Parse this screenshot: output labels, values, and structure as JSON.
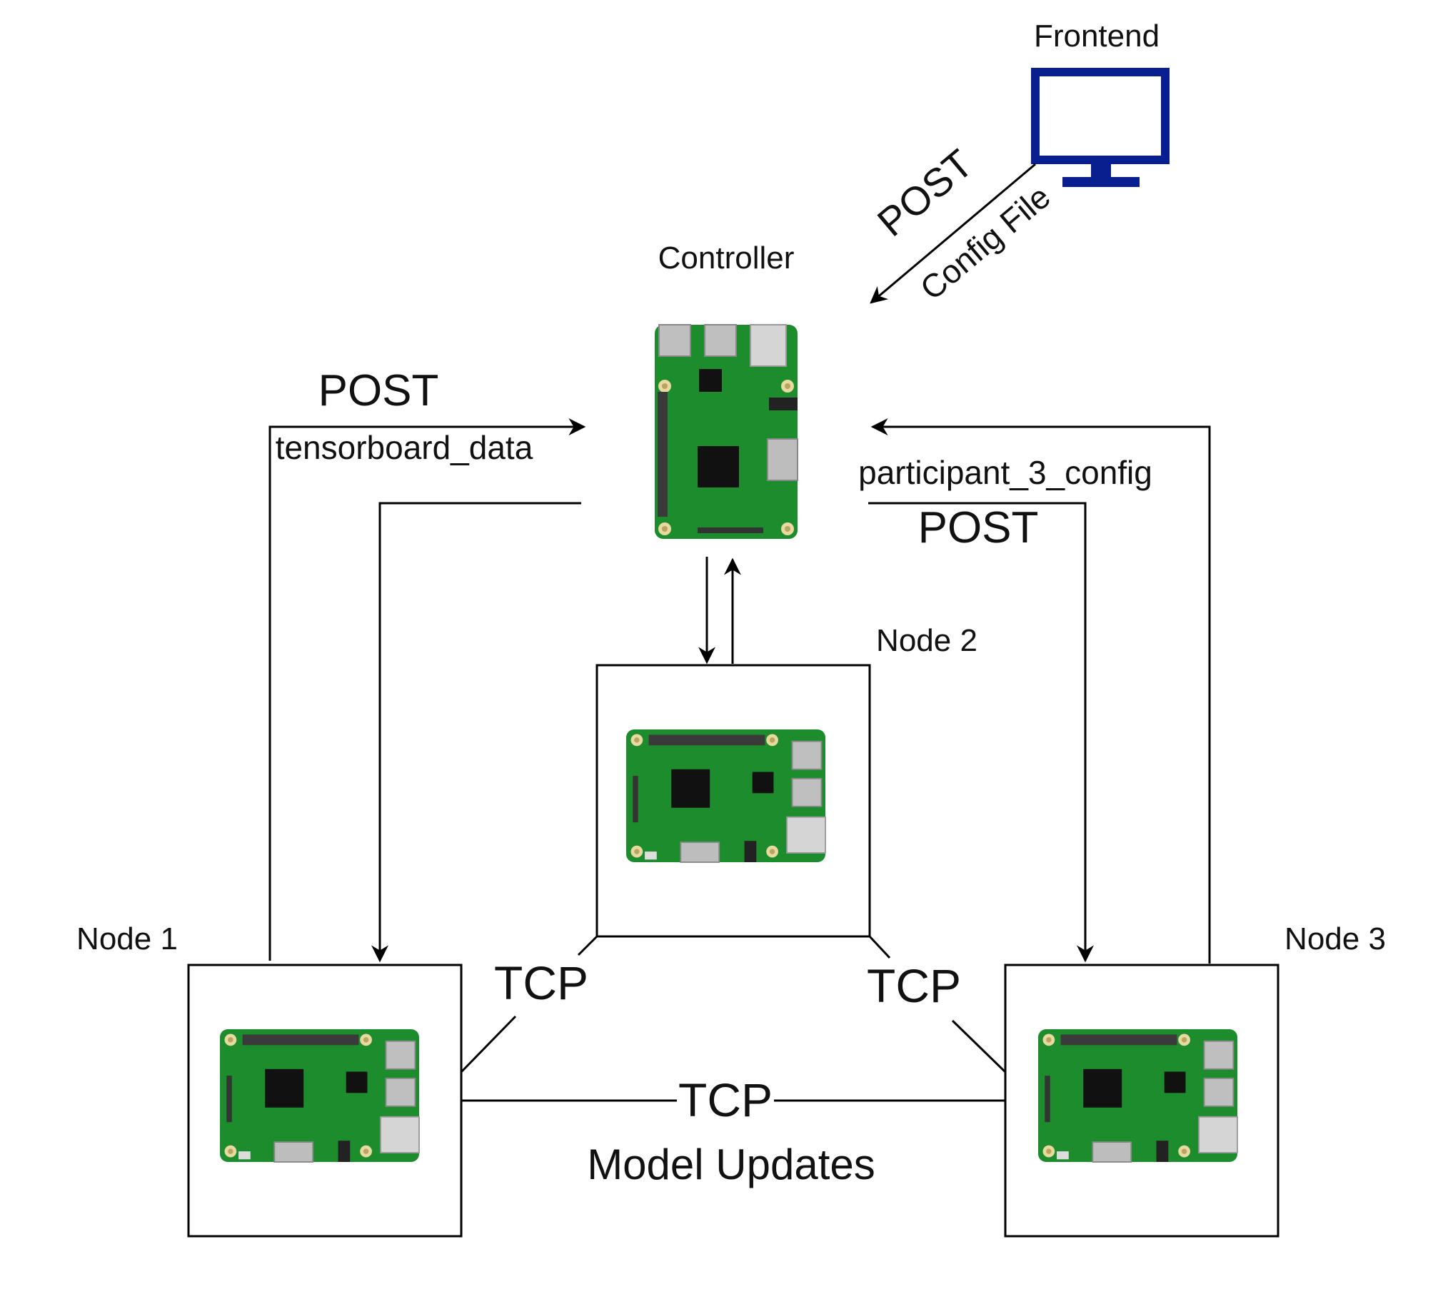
{
  "nodes": {
    "frontend": {
      "label": "Frontend"
    },
    "controller": {
      "label": "Controller"
    },
    "node1": {
      "label": "Node 1"
    },
    "node2": {
      "label": "Node 2"
    },
    "node3": {
      "label": "Node 3"
    }
  },
  "edges": {
    "frontend_to_controller": {
      "method": "POST",
      "payload": "Config File"
    },
    "node1_to_controller": {
      "method": "POST",
      "payload": "tensorboard_data"
    },
    "controller_to_node3": {
      "method": "POST",
      "payload": "participant_3_config"
    },
    "node1_node2": {
      "protocol": "TCP"
    },
    "node2_node3": {
      "protocol": "TCP"
    },
    "node1_node3": {
      "protocol": "TCP",
      "payload": "Model Updates"
    }
  },
  "colors": {
    "frontend_monitor": "#0a1f8f",
    "board_green": "#1d8c2c",
    "line": "#000000"
  }
}
